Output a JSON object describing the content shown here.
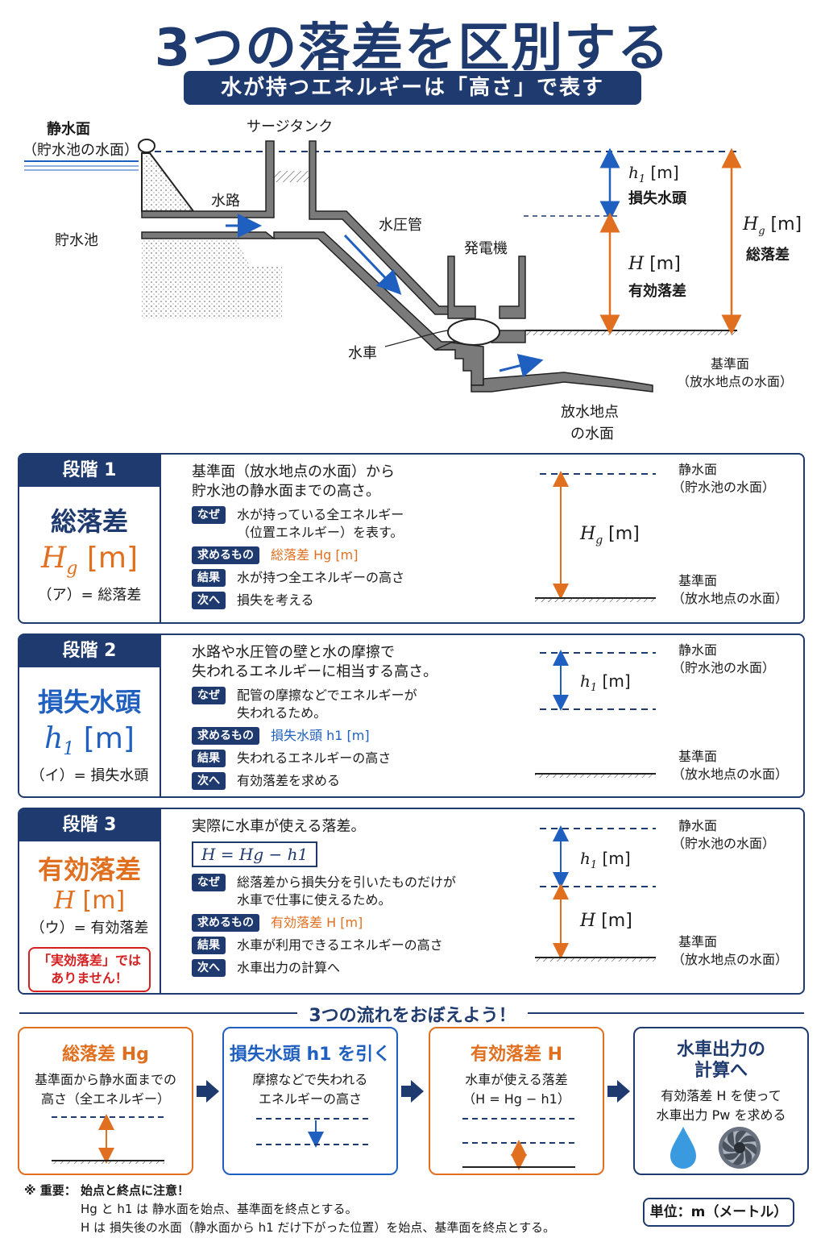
{
  "title": "3つの落差を区別する",
  "subtitle": "水が持つエネルギーは「高さ」で表す",
  "diagram": {
    "static_surface": "静水面",
    "static_surface_sub": "（貯水池の水面）",
    "surge_tank": "サージタンク",
    "headrace": "水路",
    "reservoir": "貯水池",
    "penstock": "水圧管",
    "powerhouse": "発電機",
    "turbine": "水車",
    "reference": "基準面",
    "reference_sub": "（放水地点の水面）",
    "tailrace_1": "放水地点",
    "tailrace_2": "の水面",
    "h1_sym": "h",
    "h1_sub": "1",
    "unit": "[m]",
    "h1_name": "損失水頭",
    "H_sym": "H",
    "H_name": "有効落差",
    "Hg_sym": "H",
    "Hg_sub": "g",
    "Hg_name": "総落差"
  },
  "stages": [
    {
      "head": "段階 1",
      "name": "総落差",
      "sym": "H",
      "sub": "g",
      "unit": "[m]",
      "note": "（ア）= 総落差",
      "desc1": "基準面（放水地点の水面）から",
      "desc2": "貯水池の静水面までの高さ。",
      "why_tag": "なぜ",
      "why1": "水が持っている全エネルギー",
      "why2": "（位置エネルギー）を表す。",
      "find_tag": "求めるもの",
      "find": "総落差 Hg [m]",
      "result_tag": "結果",
      "result": "水が持つ全エネルギーの高さ",
      "next_tag": "次へ",
      "next": "損失を考える"
    },
    {
      "head": "段階 2",
      "name": "損失水頭",
      "sym": "h",
      "sub": "1",
      "unit": "[m]",
      "note": "（イ）= 損失水頭",
      "desc1": "水路や水圧管の壁と水の摩擦で",
      "desc2": "失われるエネルギーに相当する高さ。",
      "why_tag": "なぜ",
      "why1": "配管の摩擦などでエネルギーが",
      "why2": "失われるため。",
      "find_tag": "求めるもの",
      "find": "損失水頭 h1 [m]",
      "result_tag": "結果",
      "result": "失われるエネルギーの高さ",
      "next_tag": "次へ",
      "next": "有効落差を求める"
    },
    {
      "head": "段階 3",
      "name": "有効落差",
      "sym": "H",
      "sub": "",
      "unit": "[m]",
      "note": "（ウ）= 有効落差",
      "warn1": "「実効落差」では",
      "warn2": "ありません！",
      "desc1": "実際に水車が使える落差。",
      "formula": "H = Hg − h1",
      "why_tag": "なぜ",
      "why1": "総落差から損失分を引いたものだけが",
      "why2": "水車で仕事に使えるため。",
      "find_tag": "求めるもの",
      "find": "有効落差 H [m]",
      "result_tag": "結果",
      "result": "水車が利用できるエネルギーの高さ",
      "next_tag": "次へ",
      "next": "水車出力の計算へ"
    }
  ],
  "mini": {
    "top": "静水面",
    "top_sub": "（貯水池の水面）",
    "bottom": "基準面",
    "bottom_sub": "（放水地点の水面）"
  },
  "flow": {
    "title": "3つの流れをおぼえよう！",
    "boxes": [
      {
        "head": "総落差 Hg",
        "d1": "基準面から静水面までの",
        "d2": "高さ（全エネルギー）"
      },
      {
        "head": "損失水頭 h1 を引く",
        "d1": "摩擦などで失われる",
        "d2": "エネルギーの高さ"
      },
      {
        "head": "有効落差 H",
        "d1": "水車が使える落差",
        "d2": "（H = Hg − h1）"
      },
      {
        "head": "水車出力の",
        "head2": "計算へ",
        "d1": "有効落差 H を使って",
        "d2": "水車出力 Pw を求める"
      }
    ]
  },
  "footnote": {
    "l1": "※ 重要： 始点と終点に注意！",
    "l2": "Hg と h1 は 静水面を始点、基準面を終点とする。",
    "l3": "H は 損失後の水面（静水面から h1 だけ下がった位置）を始点、基準面を終点とする。"
  },
  "unit_box": "単位：m（メートル）",
  "colors": {
    "navy": "#1f3a6e",
    "blue": "#1f5fbf",
    "orange": "#e07020",
    "warn": "#d42020"
  }
}
